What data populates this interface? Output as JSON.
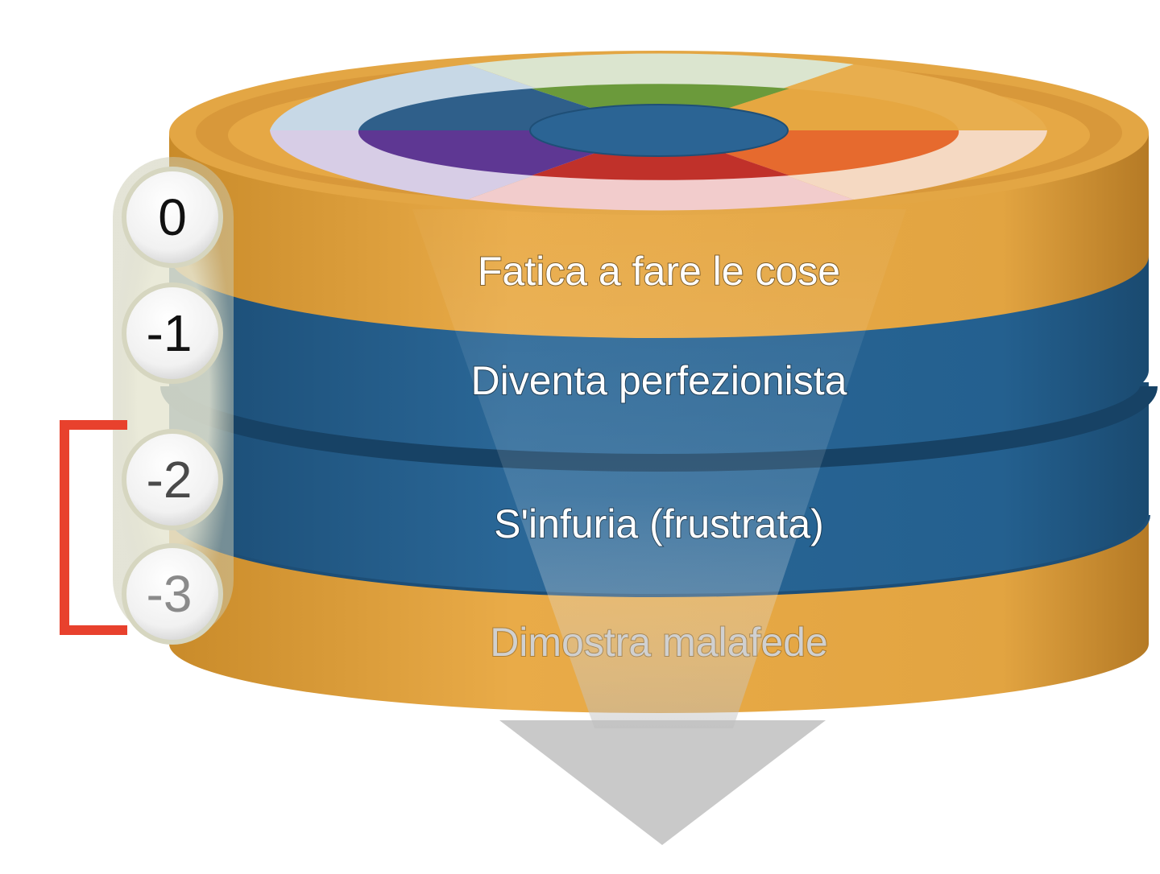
{
  "layers": [
    {
      "level": "0",
      "label": "Fatica a fare le cose"
    },
    {
      "level": "-1",
      "label": "Diventa perfezionista"
    },
    {
      "level": "-2",
      "label": "S'infuria (frustrata)"
    },
    {
      "level": "-3",
      "label": "Dimostra malafede"
    }
  ],
  "colors": {
    "gold": "#e2a441",
    "blue": "#24608f",
    "bracket": "#e8412d",
    "arrow": "#c8c8c8"
  },
  "top_wheel_colors": [
    "#2f5f8a",
    "#6b9a3b",
    "#e6a741",
    "#e66a2e",
    "#c0312a",
    "#5e3793"
  ]
}
